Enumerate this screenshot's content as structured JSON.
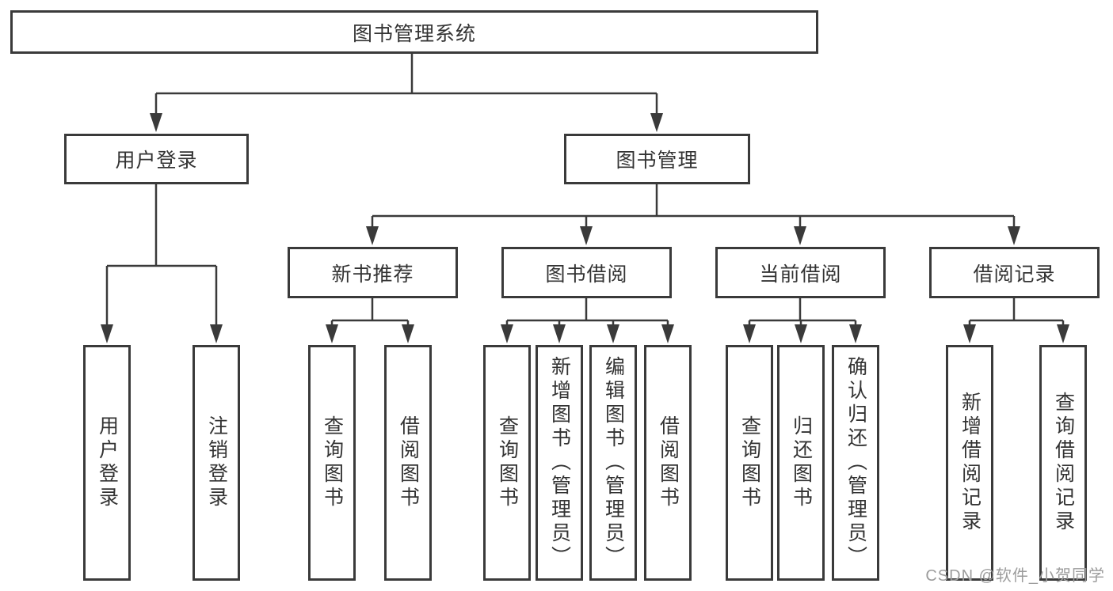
{
  "title": "图书管理系统",
  "level2": {
    "user_login": "用户登录",
    "book_mgmt": "图书管理"
  },
  "level3": {
    "new_books": "新书推荐",
    "book_borrow": "图书借阅",
    "current_borrow": "当前借阅",
    "borrow_records": "借阅记录"
  },
  "leaves": {
    "user_login": "用户登录",
    "logout": "注销登录",
    "nb_query_books": "查询图书",
    "nb_borrow_books": "借阅图书",
    "bb_query_books": "查询图书",
    "bb_add_books": "新增图书（管理员）",
    "bb_edit_books": "编辑图书（管理员）",
    "bb_borrow_books": "借阅图书",
    "cb_query_books": "查询图书",
    "cb_return_books": "归还图书",
    "cb_confirm_return": "确认归还（管理员）",
    "br_add_record": "新增借阅记录",
    "br_query_record": "查询借阅记录"
  },
  "watermark": "CSDN @软件_小贺同学",
  "colors": {
    "line": "#3a3a3a",
    "text": "#333333",
    "watermark": "#9c9c9c",
    "background": "#ffffff"
  }
}
